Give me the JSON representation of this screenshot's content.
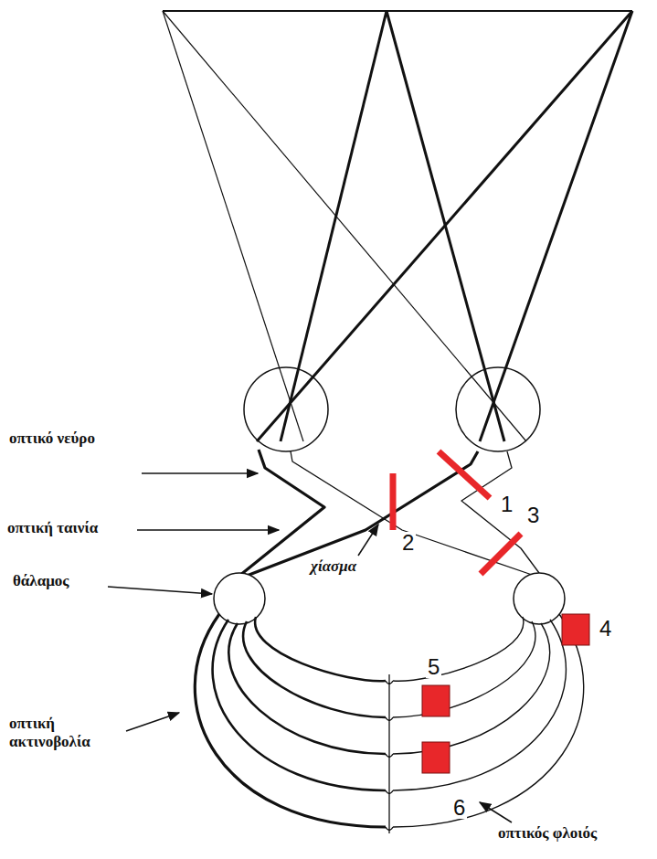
{
  "diagram": {
    "labels": [
      "οπτικό νεύρο",
      "οπτική ταινία",
      "θάλαμος",
      "χίασμα",
      "οπτική ακτινοβολία",
      "οπτικός φλοιός",
      "1",
      "2",
      "3",
      "4",
      "5",
      "6"
    ]
  }
}
